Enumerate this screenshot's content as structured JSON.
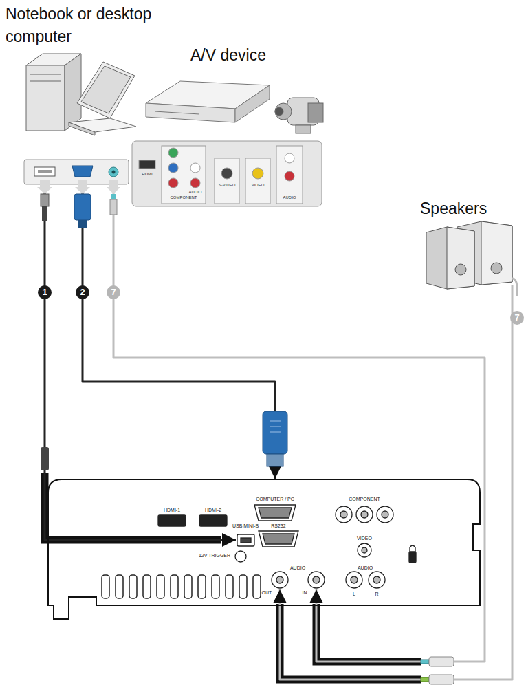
{
  "diagram": {
    "nodes": [
      {
        "text": [
          "Notebook or desktop computer"
        ]
      },
      {
        "text": [
          "A/V device"
        ]
      },
      {
        "text": [
          "Speakers"
        ]
      },
      {
        "text": [
          "HDMI-1",
          "HDMI-2",
          "COMPUTER / PC",
          "COMPONENT",
          "USB MINI-B",
          "RS232",
          "12V TRIGGER",
          "VIDEO",
          "AUDIO",
          "OUT",
          "IN",
          "AUDIO",
          "L",
          "R"
        ]
      }
    ],
    "edges": [
      {
        "from": 0,
        "to": 3,
        "label": "1",
        "arrow": "to"
      },
      {
        "from": 0,
        "to": 3,
        "label": "2",
        "arrow": "to"
      },
      {
        "from": 0,
        "to": 3,
        "label": "7",
        "arrow": "to"
      },
      {
        "from": 2,
        "to": 3,
        "label": "7",
        "arrow": "to"
      }
    ],
    "labels": [
      "HDMI",
      "COMPONENT",
      "AUDIO",
      "S-VIDEO",
      "VIDEO",
      "AUDIO"
    ]
  }
}
